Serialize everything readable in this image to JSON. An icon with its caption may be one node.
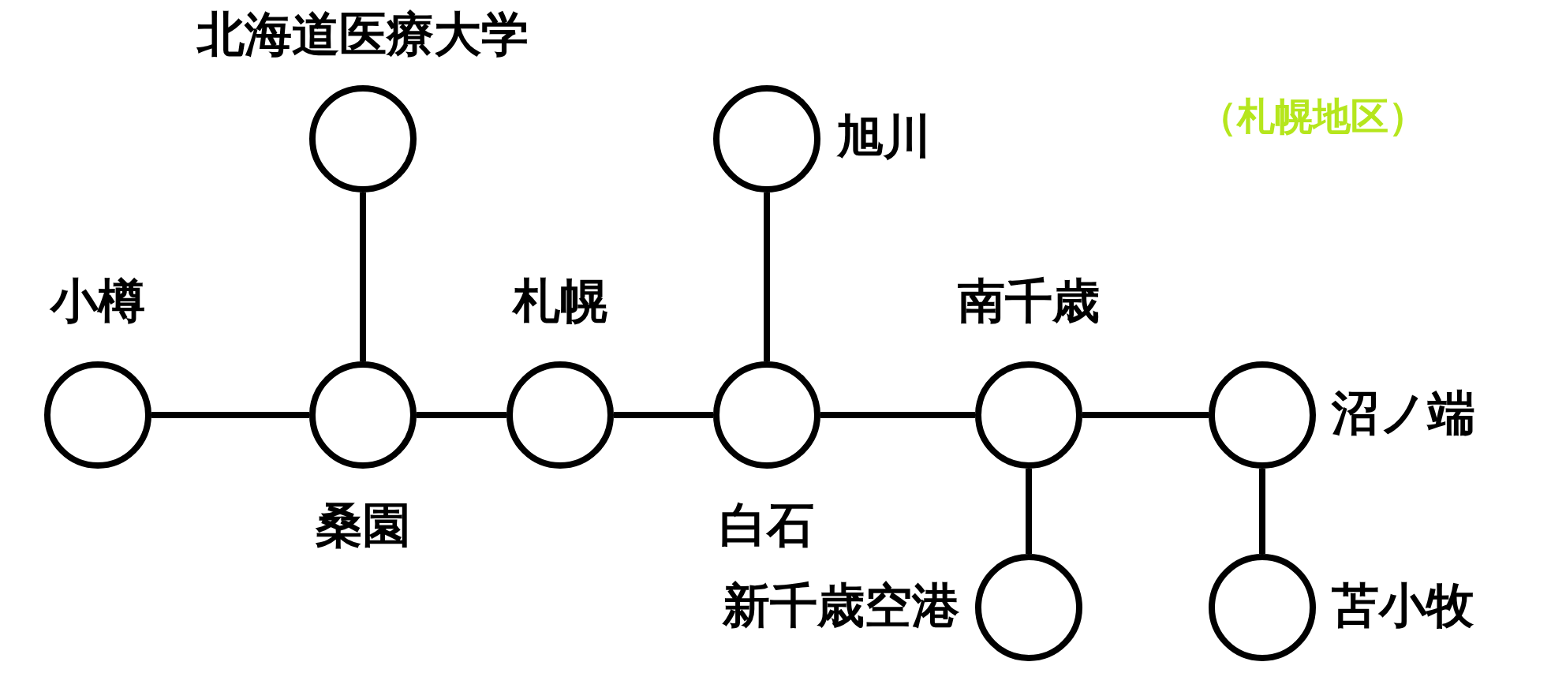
{
  "diagram": {
    "title": "（札幌地区）",
    "nodes": [
      {
        "text": [
          "北海道医療大学"
        ]
      },
      {
        "text": [
          "旭川"
        ]
      },
      {
        "text": [
          "小樽"
        ]
      },
      {
        "text": [
          "桑園"
        ]
      },
      {
        "text": [
          "札幌"
        ]
      },
      {
        "text": [
          "白石"
        ]
      },
      {
        "text": [
          "南千歳"
        ]
      },
      {
        "text": [
          "沼ノ端"
        ]
      },
      {
        "text": [
          "新千歳空港"
        ]
      },
      {
        "text": [
          "苫小牧"
        ]
      }
    ],
    "edges": [
      {
        "from": 2,
        "to": 3,
        "arrow": "none"
      },
      {
        "from": 3,
        "to": 4,
        "arrow": "none"
      },
      {
        "from": 4,
        "to": 5,
        "arrow": "none"
      },
      {
        "from": 5,
        "to": 6,
        "arrow": "none"
      },
      {
        "from": 6,
        "to": 7,
        "arrow": "none"
      },
      {
        "from": 0,
        "to": 3,
        "arrow": "none"
      },
      {
        "from": 1,
        "to": 5,
        "arrow": "none"
      },
      {
        "from": 6,
        "to": 8,
        "arrow": "none"
      },
      {
        "from": 7,
        "to": 9,
        "arrow": "none"
      }
    ]
  }
}
